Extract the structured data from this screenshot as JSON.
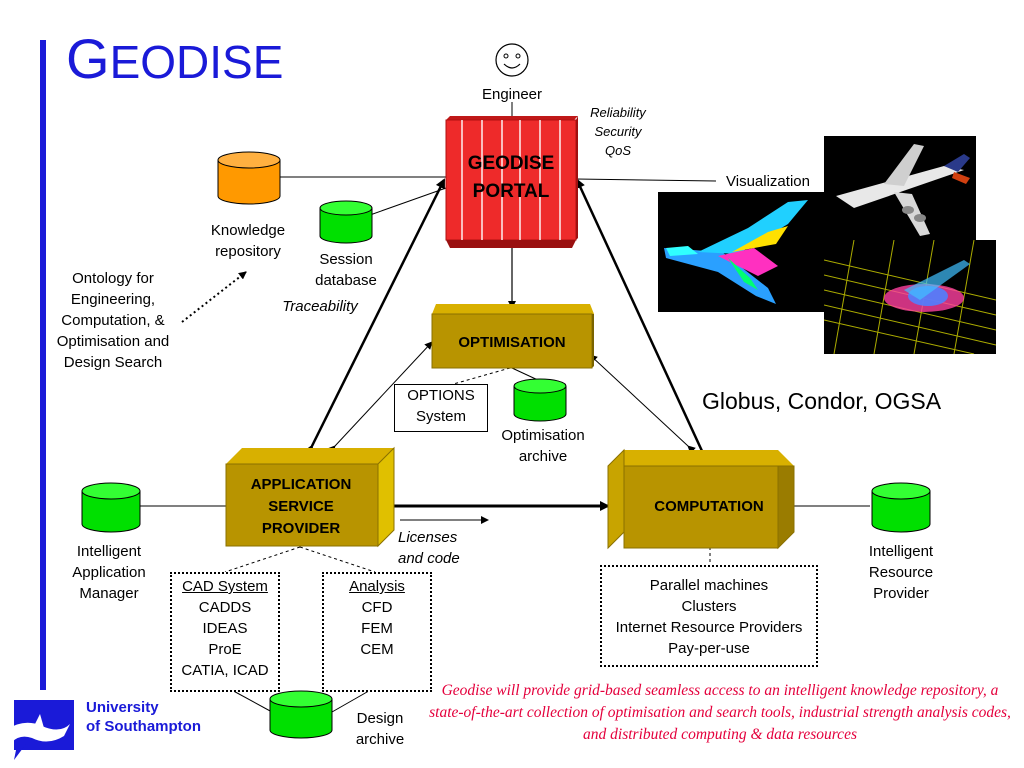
{
  "slide": {
    "title_first": "G",
    "title_rest": "EODISE"
  },
  "nodes": {
    "engineer": "Engineer",
    "portal_line1": "GEODISE",
    "portal_line2": "PORTAL",
    "reliability": [
      "Reliability",
      "Security",
      "QoS"
    ],
    "visualization": "Visualization",
    "knowledge_repository": [
      "Knowledge",
      "repository"
    ],
    "session_database": [
      "Session",
      "database"
    ],
    "traceability": "Traceability",
    "ontology": [
      "Ontology for",
      "Engineering,",
      "Computation, &",
      "Optimisation and",
      "Design Search"
    ],
    "optimisation": "OPTIMISATION",
    "options_system": [
      "OPTIONS",
      "System"
    ],
    "optimisation_archive": [
      "Optimisation",
      "archive"
    ],
    "globus": "Globus, Condor, OGSA",
    "asp": [
      "APPLICATION",
      "SERVICE",
      "PROVIDER"
    ],
    "computation": "COMPUTATION",
    "licenses": [
      "Licenses",
      "and code"
    ],
    "iam": [
      "Intelligent",
      "Application",
      "Manager"
    ],
    "irp": [
      "Intelligent",
      "Resource",
      "Provider"
    ],
    "cad_system": {
      "header": "CAD System",
      "items": [
        "CADDS",
        "IDEAS",
        "ProE",
        "CATIA, ICAD"
      ]
    },
    "analysis": {
      "header": "Analysis",
      "items": [
        "CFD",
        "FEM",
        "CEM"
      ]
    },
    "resources": [
      "Parallel machines",
      "Clusters",
      "Internet Resource Providers",
      "Pay-per-use"
    ],
    "design_archive": [
      "Design",
      "archive"
    ]
  },
  "caption": "Geodise will provide grid-based seamless access to an intelligent knowledge repository, a state-of-the-art collection of optimisation and search tools, industrial strength analysis codes, and distributed computing & data resources",
  "logo": {
    "line1": "University",
    "line2": "of Southampton"
  },
  "colors": {
    "title_blue": "#1a1ad8",
    "portal_red": "#ee2a2a",
    "box_olive": "#b89400",
    "cylinder_green": "#00e000",
    "cylinder_orange": "#ff9900",
    "caption_red": "#e4003c"
  }
}
